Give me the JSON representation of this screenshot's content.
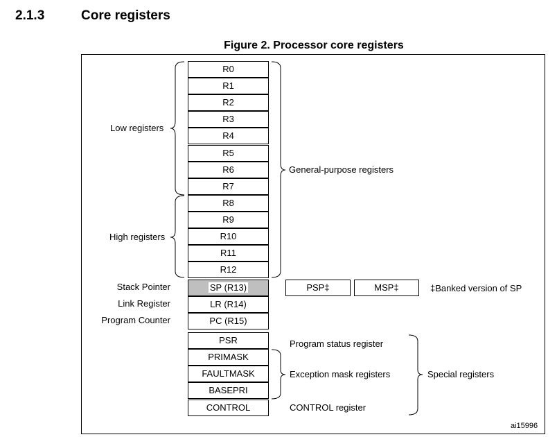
{
  "section": {
    "number": "2.1.3",
    "title": "Core registers"
  },
  "figure": {
    "caption": "Figure 2. Processor core registers",
    "id": "ai15996"
  },
  "general_registers": [
    "R0",
    "R1",
    "R2",
    "R3",
    "R4",
    "R5",
    "R6",
    "R7",
    "R8",
    "R9",
    "R10",
    "R11",
    "R12"
  ],
  "groups": {
    "low": "Low registers",
    "high": "High registers",
    "general": "General-purpose registers"
  },
  "pointer_registers": [
    {
      "label": "Stack Pointer",
      "name": "SP (R13)"
    },
    {
      "label": "Link Register",
      "name": "LR (R14)"
    },
    {
      "label": "Program Counter",
      "name": "PC (R15)"
    }
  ],
  "banked": {
    "psp": "PSP‡",
    "msp": "MSP‡",
    "note": "‡Banked version of SP"
  },
  "special_registers": [
    "PSR",
    "PRIMASK",
    "FAULTMASK",
    "BASEPRI",
    "CONTROL"
  ],
  "special_descriptions": {
    "psr": "Program status register",
    "exception": "Exception mask registers",
    "control": "CONTROL register",
    "group": "Special registers"
  }
}
